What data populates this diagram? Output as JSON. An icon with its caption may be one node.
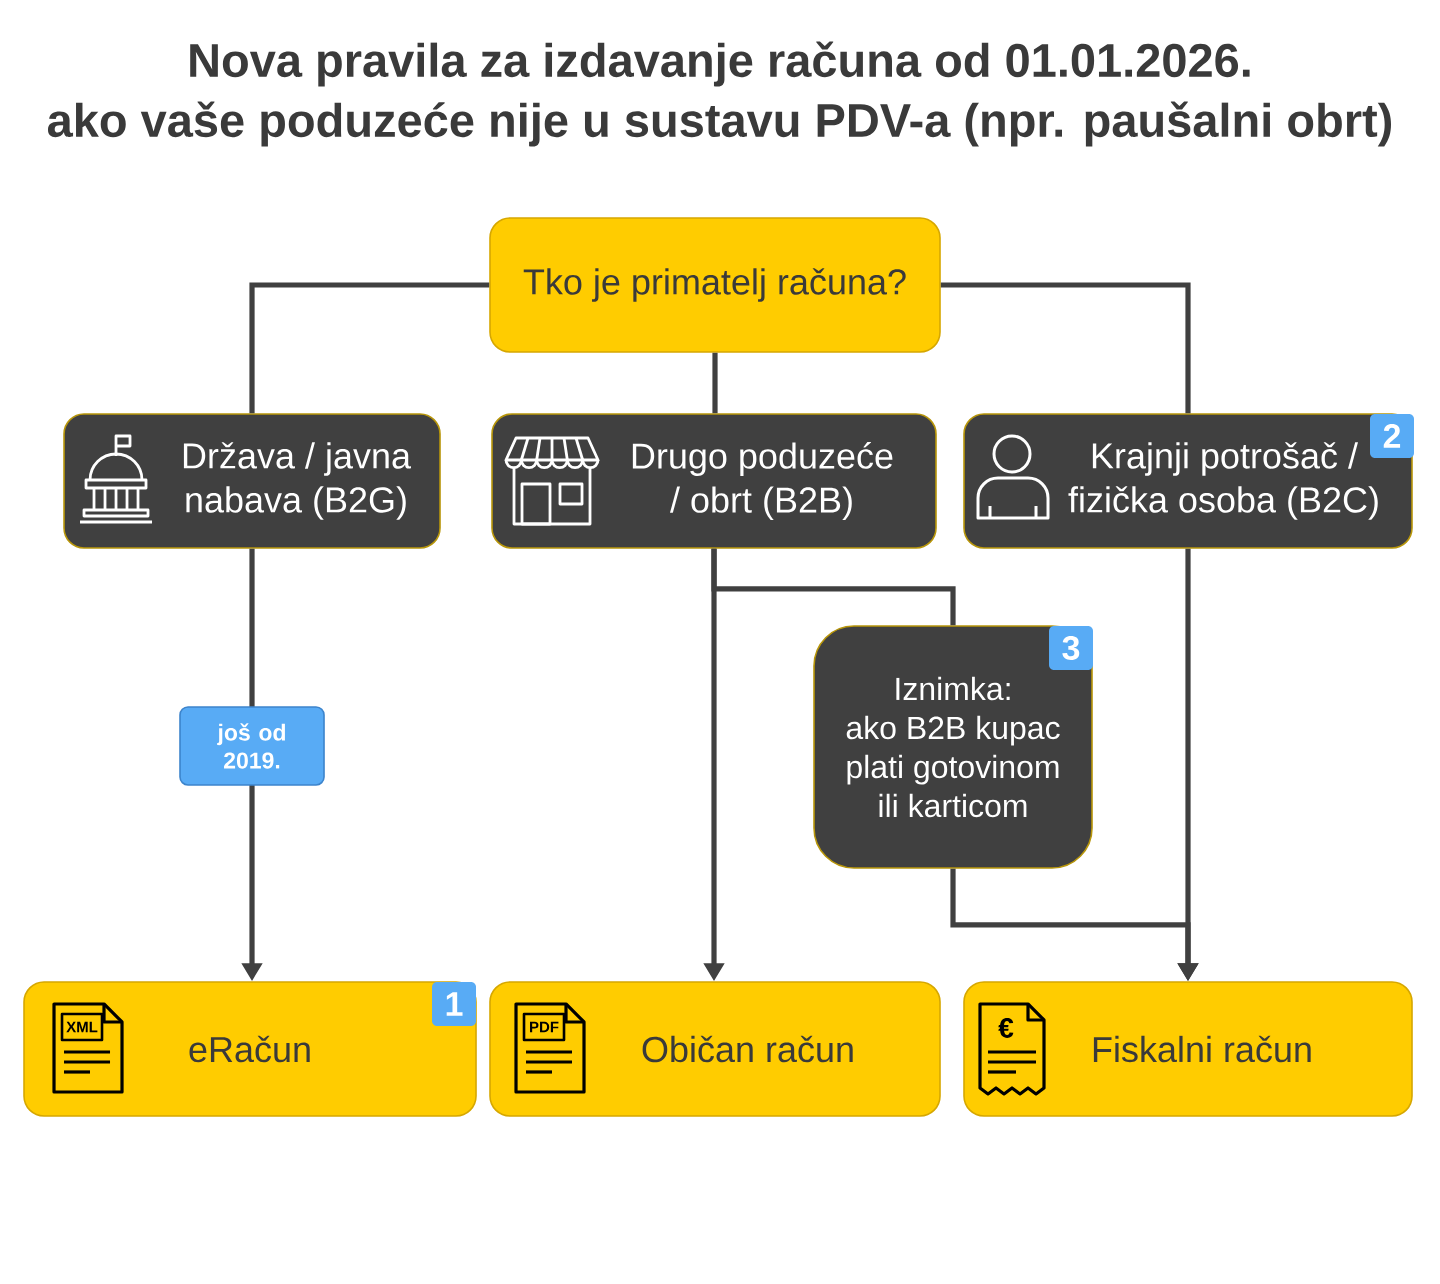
{
  "diagram": {
    "title": "Nova pravila za izdavanje računa od 01.01.2026. ako vaše poduzeće nije u sustavu PDV-a (npr. paušalni obrt)",
    "nodes": [
      {
        "text": [
          "Tko je primatelj računa?"
        ]
      },
      {
        "text": [
          "Država / javna nabava (B2G)"
        ]
      },
      {
        "text": [
          "Drugo poduzeće / obrt (B2B)"
        ]
      },
      {
        "text": [
          "Krajnji potrošač / fizička osoba (B2C)"
        ]
      },
      {
        "text": [
          "Iznimka:",
          "ako B2B kupac plati gotovinom ili karticom"
        ]
      },
      {
        "text": [
          "eRačun"
        ]
      },
      {
        "text": [
          "Običan račun"
        ]
      },
      {
        "text": [
          "Fiskalni račun"
        ]
      }
    ],
    "edges": [
      {
        "from": 0,
        "to": 1,
        "arrow": "none"
      },
      {
        "from": 0,
        "to": 2,
        "arrow": "none"
      },
      {
        "from": 0,
        "to": 3,
        "arrow": "none"
      },
      {
        "from": 1,
        "to": 5,
        "arrow": "to",
        "label": "još od 2019."
      },
      {
        "from": 2,
        "to": 6,
        "arrow": "to"
      },
      {
        "from": 2,
        "to": 4,
        "arrow": "none"
      },
      {
        "from": 3,
        "to": 7,
        "arrow": "to"
      },
      {
        "from": 4,
        "to": 7,
        "arrow": "to"
      }
    ],
    "labels": [
      "2",
      "3",
      "1",
      "XML",
      "PDF",
      "€"
    ]
  }
}
